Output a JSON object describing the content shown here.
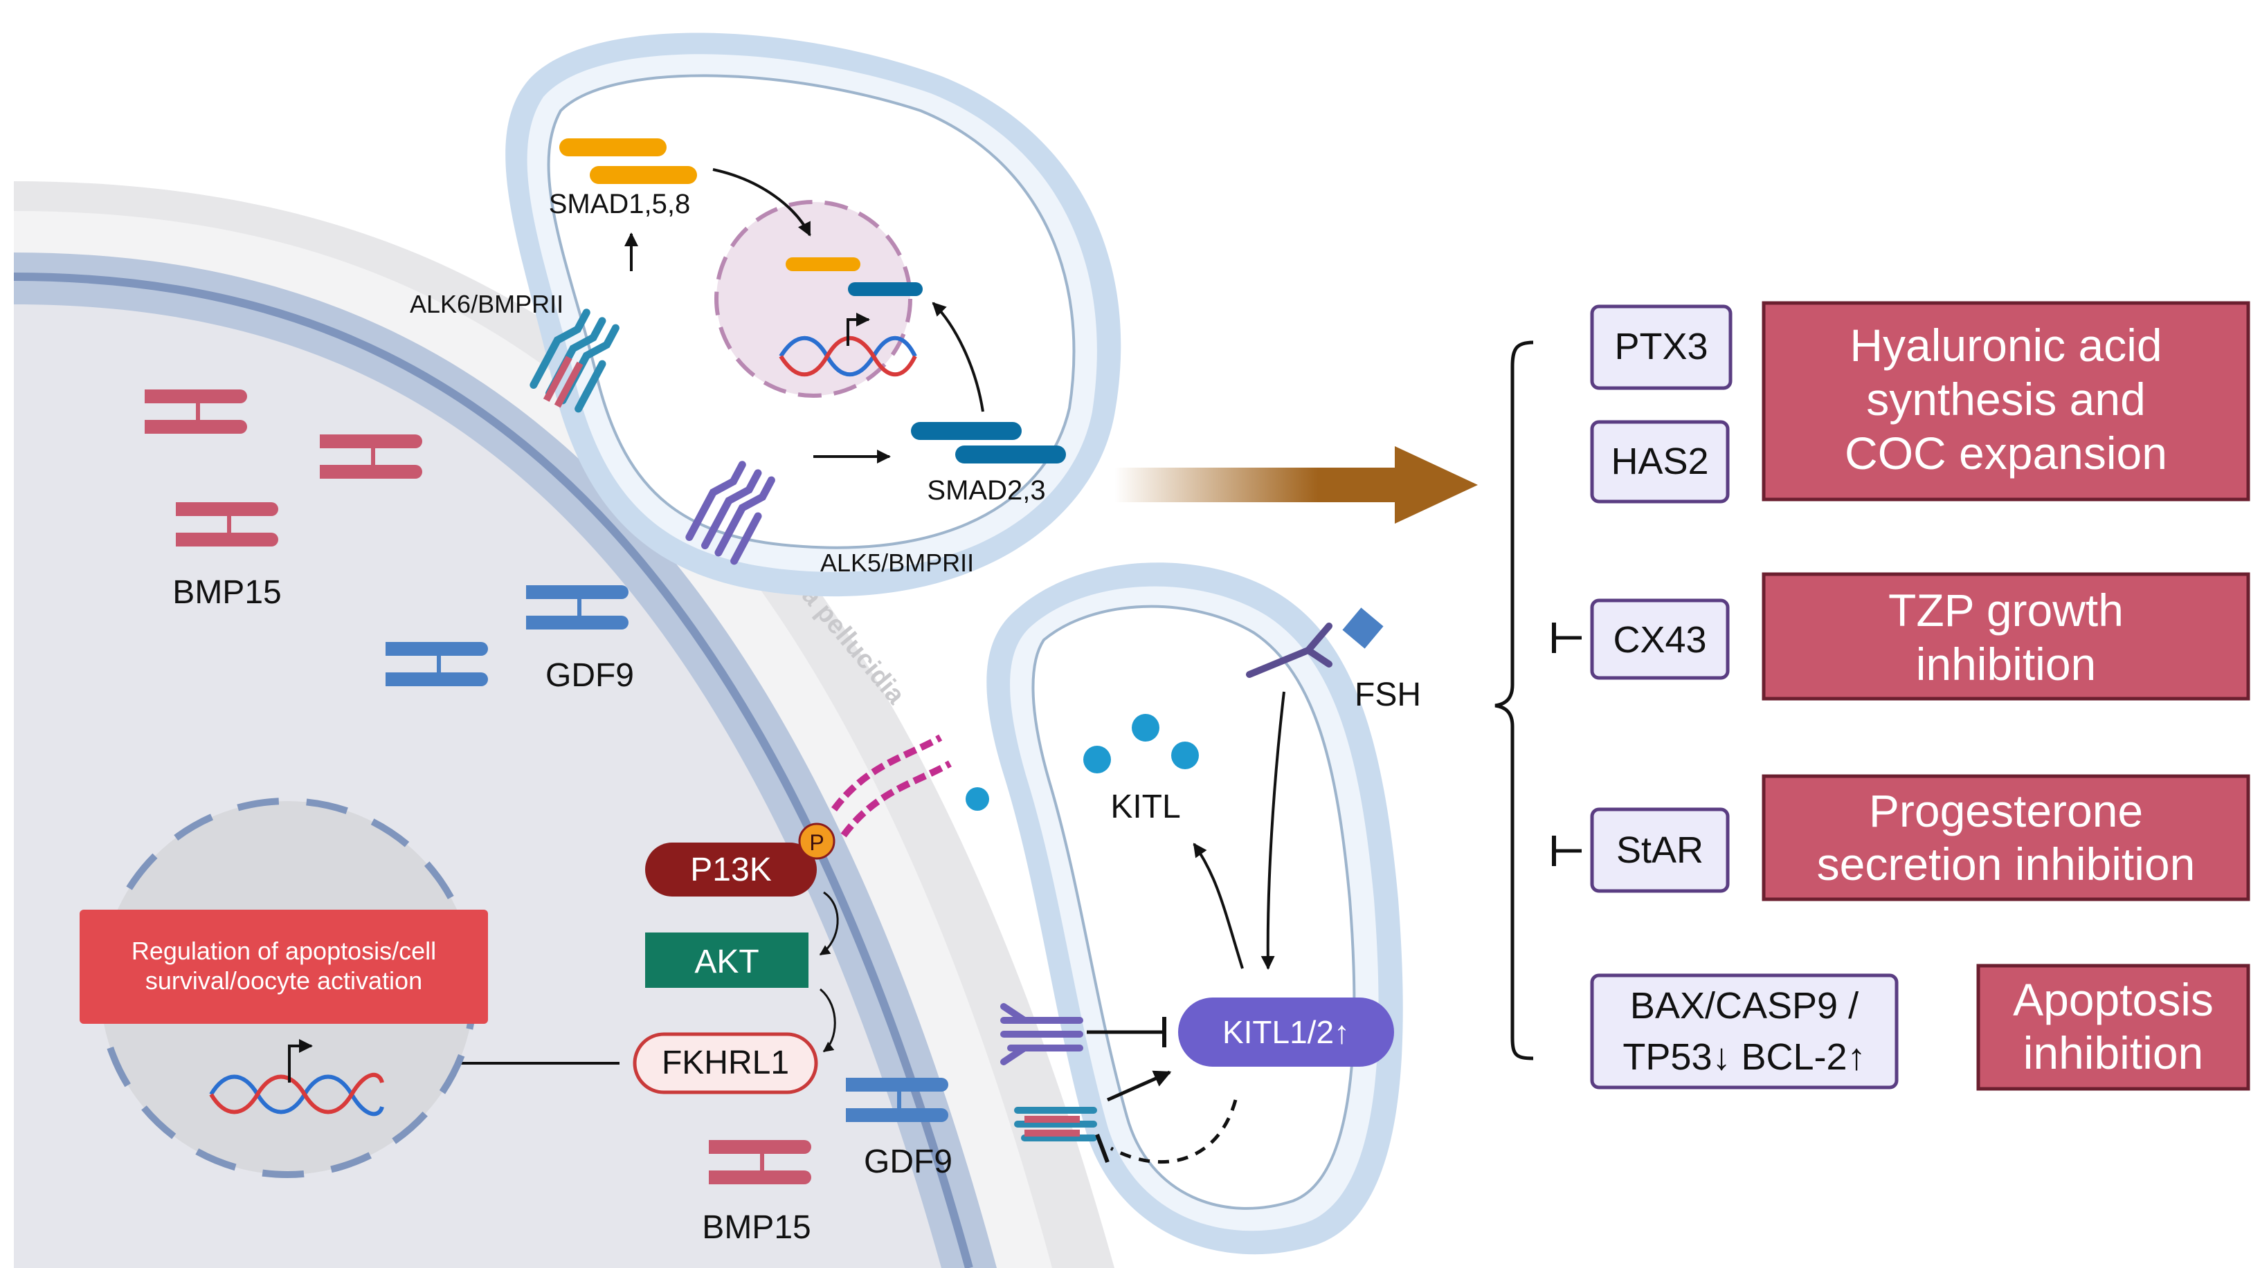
{
  "ligands": {
    "bmp15_upper": "BMP15",
    "gdf9_upper": "GDF9",
    "bmp15_lower": "BMP15",
    "gdf9_lower": "GDF9",
    "kitl": "KITL",
    "fsh": "FSH"
  },
  "receptors": {
    "alk6": "ALK6/BMPRII",
    "alk5": "ALK5/BMPRII"
  },
  "smads": {
    "smad158": "SMAD1,5,8",
    "smad23": "SMAD2,3"
  },
  "zona": "Zona pellucidia",
  "pathway": {
    "pi3k": "P13K",
    "phospho": "P",
    "akt": "AKT",
    "fkhrl1": "FKHRL1",
    "kitl12": "KITL1/2↑"
  },
  "nucleus_box": {
    "line1": "Regulation of apoptosis/cell",
    "line2": "survival/oocyte activation"
  },
  "genes": {
    "ptx3": "PTX3",
    "has2": "HAS2",
    "cx43": "CX43",
    "star": "StAR",
    "bax_line1": "BAX/CASP9 /",
    "bax_line2": "TP53↓ BCL-2↑"
  },
  "effects": {
    "hyaluronic_1": "Hyaluronic acid",
    "hyaluronic_2": "synthesis and",
    "hyaluronic_3": "COC expansion",
    "tzp_1": "TZP growth",
    "tzp_2": "inhibition",
    "prog_1": "Progesterone",
    "prog_2": "secretion  inhibition",
    "apop_1": "Apoptosis",
    "apop_2": "inhibition"
  },
  "colors": {
    "bmp15": "#c8586e",
    "gdf9": "#4a80c4",
    "effect_box": "#c8576c",
    "gene_box": "#ecebfa",
    "gene_border": "#5a3d82",
    "red_box": "#e24a4f",
    "arrow_brown": "#a0621b"
  }
}
